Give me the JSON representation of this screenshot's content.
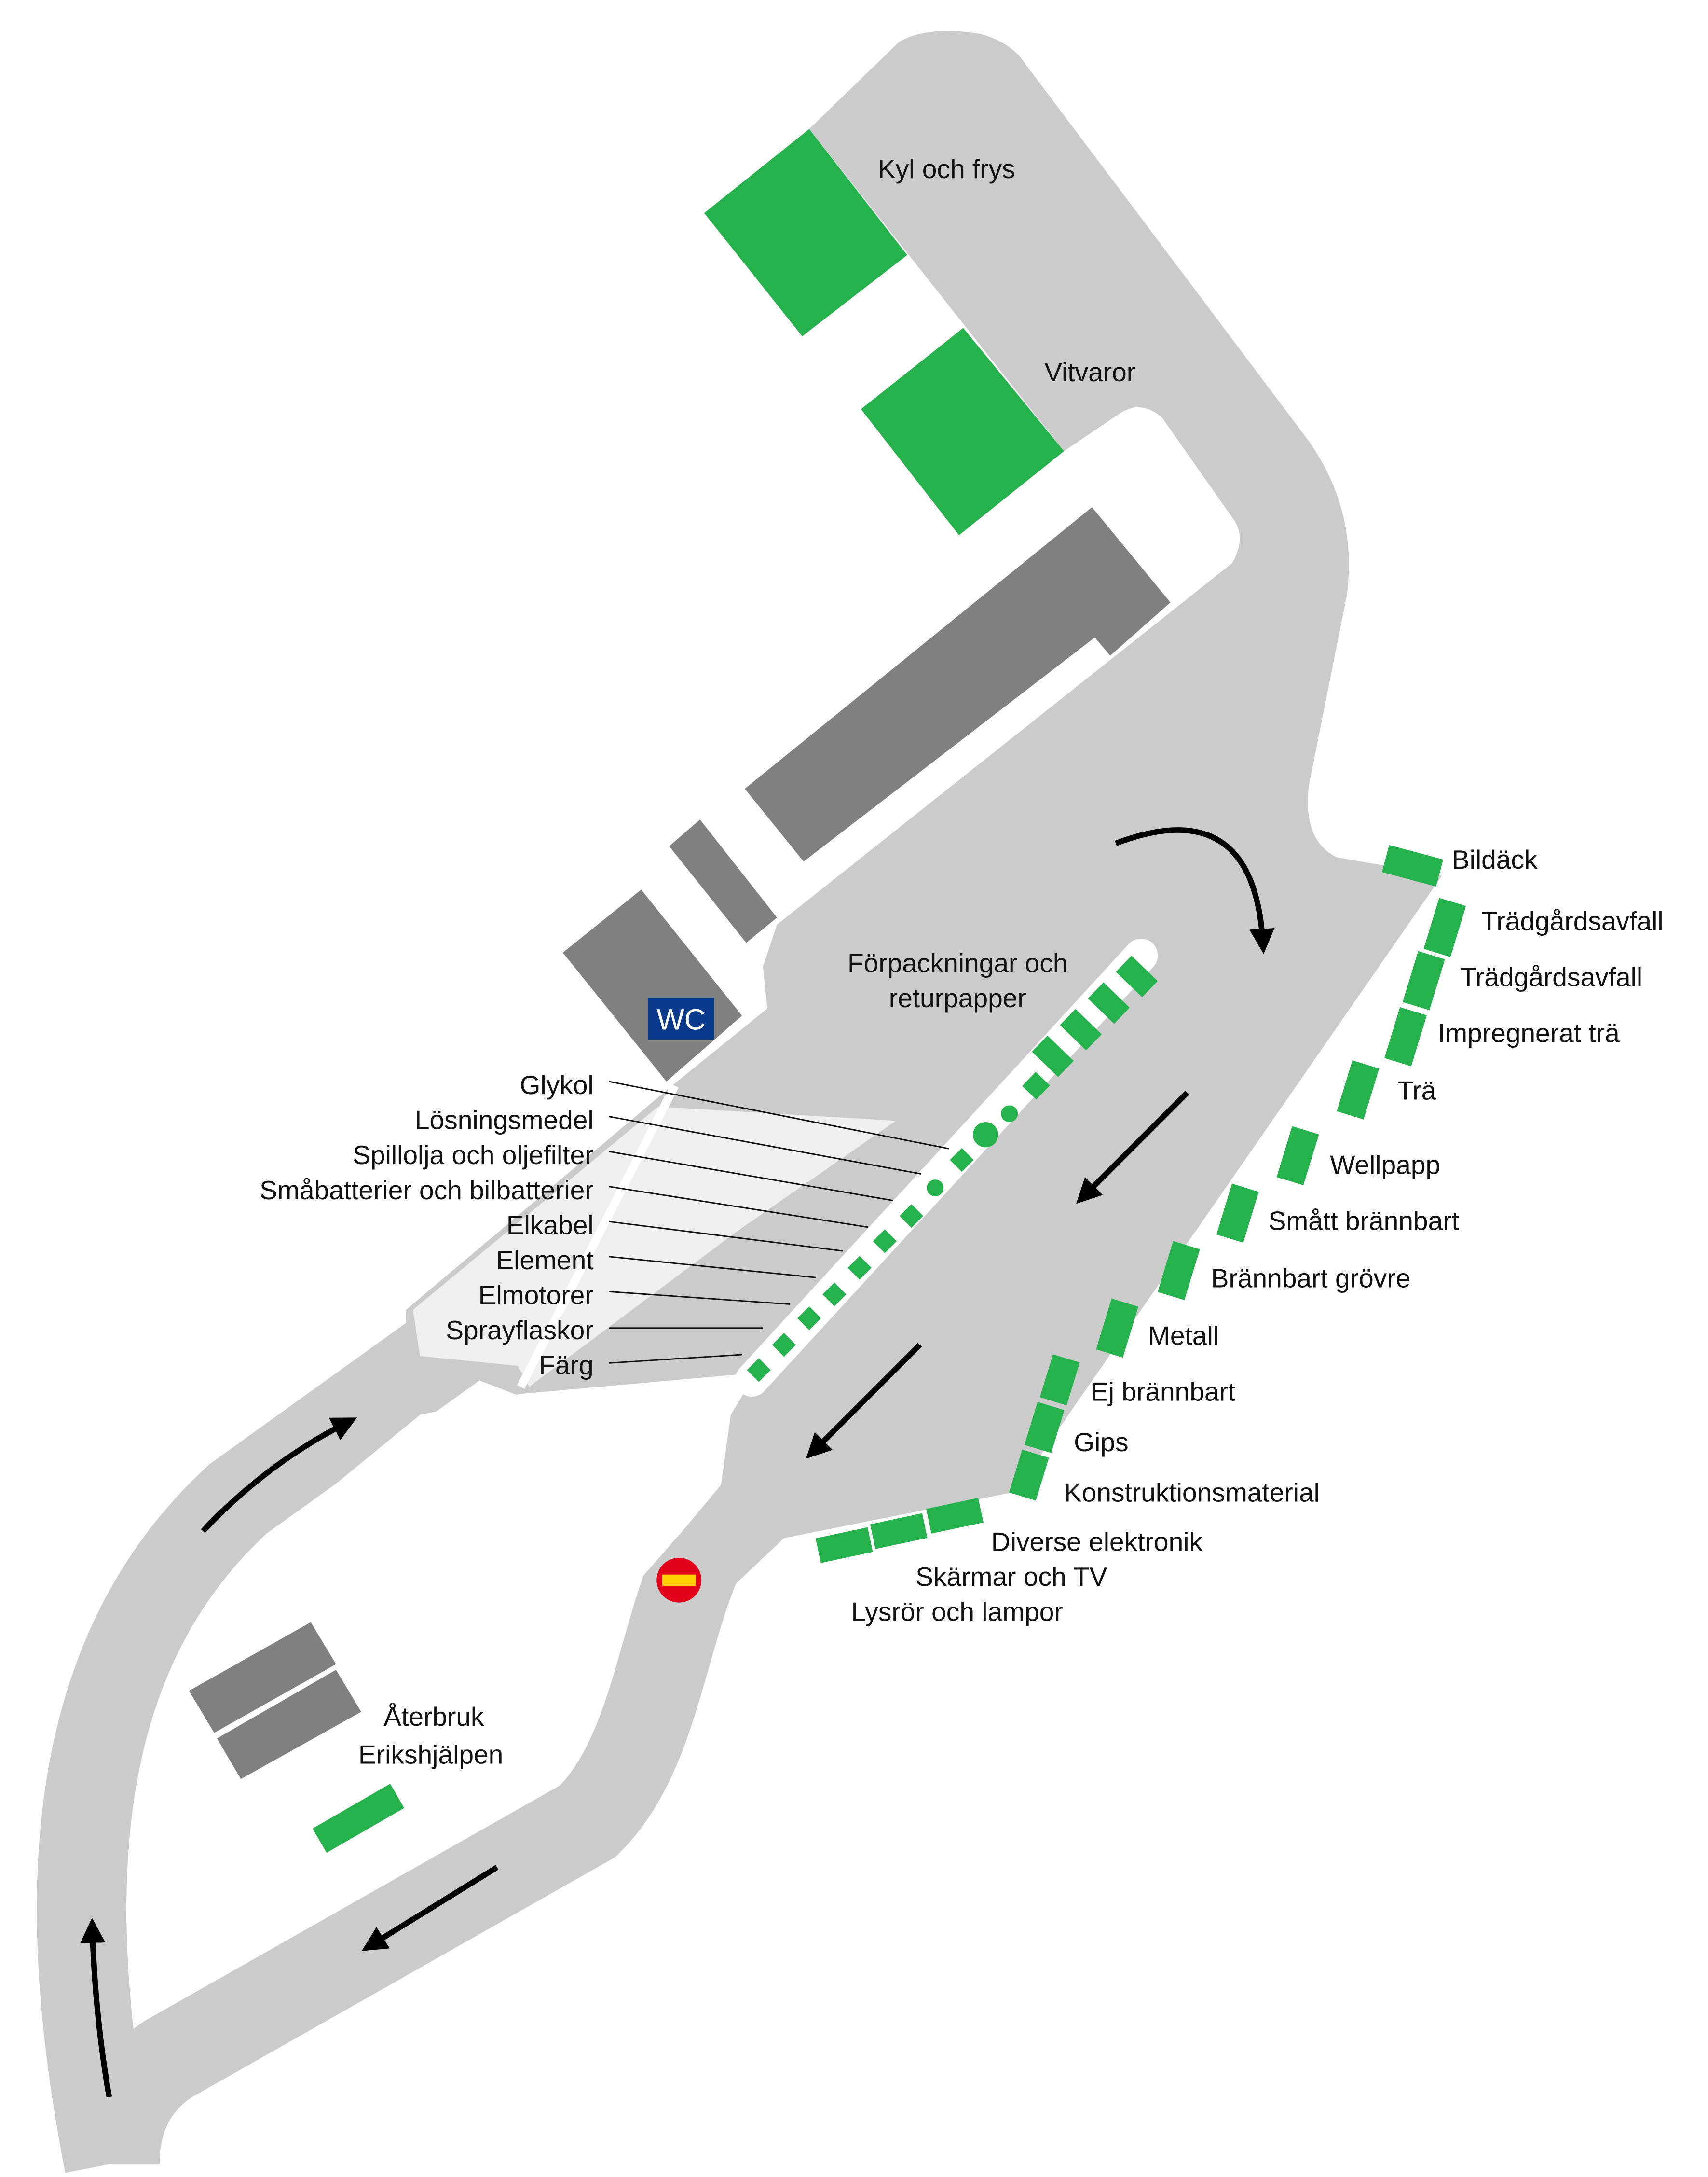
{
  "colors": {
    "road": "#cbcbcb",
    "light_area": "#efefef",
    "building": "#808080",
    "station": "#25b14b",
    "wc": "#0a3a8c",
    "no_entry": "#e3001b",
    "no_entry_bar": "#ffd200"
  },
  "stations_top": {
    "kyl": "Kyl och frys",
    "vitvaror": "Vitvaror",
    "forpackningar_line1": "Förpackningar och",
    "forpackningar_line2": "returpapper"
  },
  "wc_label": "WC",
  "hazardous": [
    "Glykol",
    "Lösningsmedel",
    "Spillolja och oljefilter",
    "Småbatterier och bilbatterier",
    "Elkabel",
    "Element",
    "Elmotorer",
    "Sprayflaskor",
    "Färg"
  ],
  "containers": [
    "Bildäck",
    "Trädgårdsavfall",
    "Trädgårdsavfall",
    "Impregnerat trä",
    "Trä",
    "Wellpapp",
    "Smått brännbart",
    "Brännbart grövre",
    "Metall",
    "Ej brännbart",
    "Gips",
    "Konstruktionsmaterial"
  ],
  "electronics": [
    "Diverse elektronik",
    "Skärmar och TV",
    "Lysrör och lampor"
  ],
  "reuse": {
    "line1": "Återbruk",
    "line2": "Erikshjälpen"
  },
  "icons": {
    "direction": "arrow-icon",
    "no_entry": "no-entry-sign-icon",
    "wc": "wc-sign-icon"
  }
}
